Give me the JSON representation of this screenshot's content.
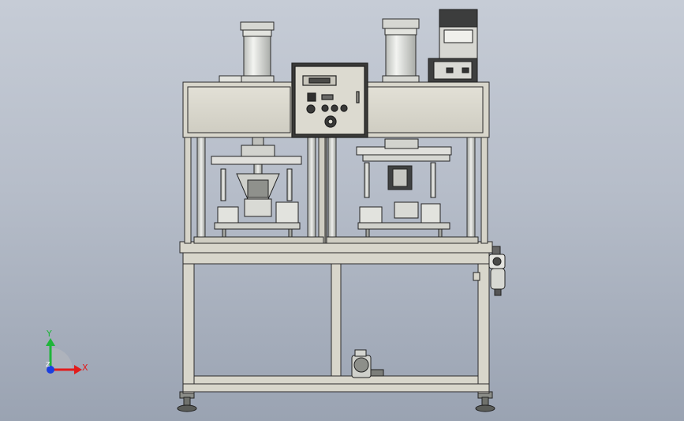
{
  "triad": {
    "x_label": "X",
    "y_label": "Y",
    "z_label": "Z",
    "x_color": "#e21b1b",
    "y_color": "#1fb53a",
    "z_color": "#1a3fe0"
  },
  "scene": {
    "frame_color": "#d9d7cc",
    "cylinder_color": "#e4e6e2",
    "control_box_color": "#dcdad0",
    "background_top": "#c6ccd6",
    "background_bottom": "#9aa3b2"
  }
}
